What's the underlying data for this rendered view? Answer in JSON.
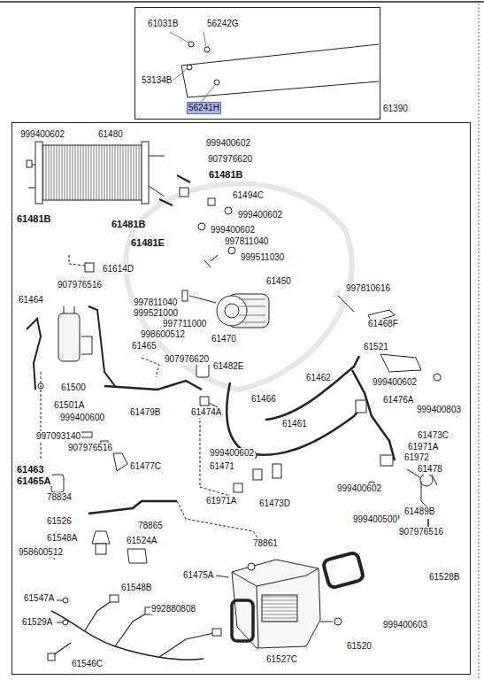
{
  "diagram": {
    "nodes": [
      {
        "text": [
          "61031B",
          "56242G",
          "53134B",
          "56241H"
        ]
      },
      {
        "text": [
          "61390"
        ]
      }
    ],
    "labels": [
      "999400602",
      "61480",
      "999400602",
      "907976620",
      "61481B",
      "61494C",
      "61481B",
      "61481B",
      "999400602",
      "61481E",
      "999400602",
      "997811040",
      "999511030",
      "61614D",
      "907976516",
      "997811040",
      "61450",
      "997810616",
      "61464",
      "999521000",
      "997711000",
      "61468F",
      "998600512",
      "61465",
      "61470",
      "61521",
      "907976620",
      "61482E",
      "61462",
      "999400602",
      "61500",
      "61466",
      "61476A",
      "61501A",
      "999400803",
      "999400600",
      "61479B",
      "61474A",
      "61461",
      "61473C",
      "997093140",
      "907976516",
      "61971A",
      "61972",
      "999400602",
      "61478",
      "61463",
      "61465A",
      "61477C",
      "61471",
      "999400602",
      "78834",
      "61971A",
      "61473D",
      "999400500",
      "61489B",
      "61526",
      "78865",
      "907976516",
      "61548A",
      "61524A",
      "958600512",
      "78861",
      "61475A",
      "61528B",
      "61547A",
      "61548B",
      "992880808",
      "61529A",
      "999400603",
      "61520",
      "61527C",
      "61546C"
    ]
  }
}
